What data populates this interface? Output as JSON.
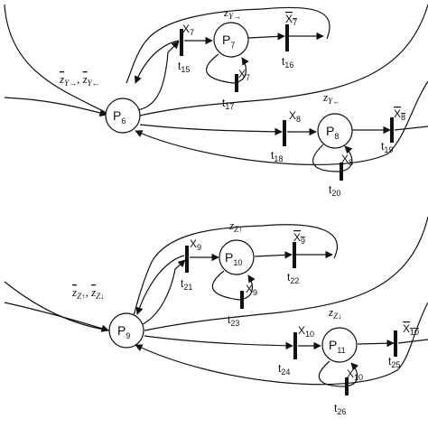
{
  "top": {
    "hub": {
      "main": "P",
      "sub": "6"
    },
    "hub_label": {
      "a_main": "z",
      "a_sub": "Y→",
      "b_main": "z",
      "b_sub": "Y←"
    },
    "upper": {
      "place": {
        "main": "P",
        "sub": "7"
      },
      "place_label": {
        "main": "z",
        "sub": "Y→"
      },
      "t_in": {
        "main": "t",
        "sub": "15"
      },
      "t_in_guard": {
        "main": "X",
        "sub": "7"
      },
      "t_out": {
        "main": "t",
        "sub": "16"
      },
      "t_out_guard": {
        "main": "X",
        "sub": "7"
      },
      "t_self": {
        "main": "t",
        "sub": "17"
      },
      "t_self_guard": {
        "main": "X",
        "sub": "7"
      }
    },
    "lower": {
      "place": {
        "main": "P",
        "sub": "8"
      },
      "place_label": {
        "main": "z",
        "sub": "Y←"
      },
      "t_in": {
        "main": "t",
        "sub": "18"
      },
      "t_in_guard": {
        "main": "X",
        "sub": "8"
      },
      "t_out": {
        "main": "t",
        "sub": "19"
      },
      "t_out_guard": {
        "main": "X",
        "sub": "8"
      },
      "t_self": {
        "main": "t",
        "sub": "20"
      },
      "t_self_guard": {
        "main": "X",
        "sub": "8"
      }
    }
  },
  "bottom": {
    "hub": {
      "main": "P",
      "sub": "9"
    },
    "hub_label": {
      "a_main": "z",
      "a_sub": "Z↑",
      "b_main": "z",
      "b_sub": "Z↓"
    },
    "upper": {
      "place": {
        "main": "P",
        "sub": "10"
      },
      "place_label": {
        "main": "z",
        "sub": "Z↑"
      },
      "t_in": {
        "main": "t",
        "sub": "21"
      },
      "t_in_guard": {
        "main": "X",
        "sub": "9"
      },
      "t_out": {
        "main": "t",
        "sub": "22"
      },
      "t_out_guard": {
        "main": "X",
        "sub": "9"
      },
      "t_self": {
        "main": "t",
        "sub": "23"
      },
      "t_self_guard": {
        "main": "X",
        "sub": "9"
      }
    },
    "lower": {
      "place": {
        "main": "P",
        "sub": "11"
      },
      "place_label": {
        "main": "z",
        "sub": "Z↓"
      },
      "t_in": {
        "main": "t",
        "sub": "24"
      },
      "t_in_guard": {
        "main": "X",
        "sub": "10"
      },
      "t_out": {
        "main": "t",
        "sub": "25"
      },
      "t_out_guard": {
        "main": "X",
        "sub": "10"
      },
      "t_self": {
        "main": "t",
        "sub": "26"
      },
      "t_self_guard": {
        "main": "X",
        "sub": "10"
      }
    }
  }
}
